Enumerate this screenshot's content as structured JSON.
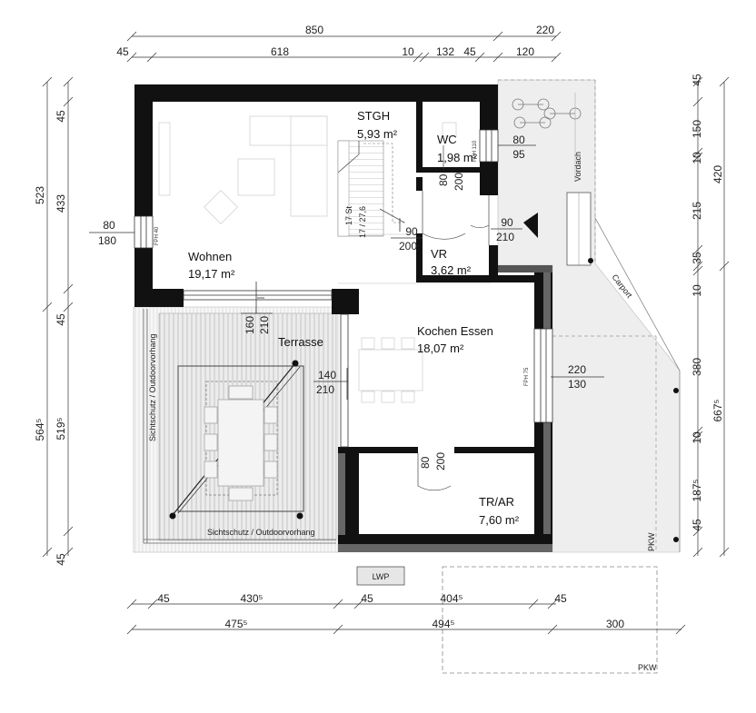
{
  "plan": {
    "rooms": {
      "stgh": {
        "name": "STGH",
        "area": "5,93 m²"
      },
      "wc": {
        "name": "WC",
        "area": "1,98 m²"
      },
      "wohnen": {
        "name": "Wohnen",
        "area": "19,17 m²"
      },
      "vr": {
        "name": "VR",
        "area": "3,62 m²"
      },
      "kochen": {
        "name": "Kochen Essen",
        "area": "18,07 m²"
      },
      "tr": {
        "name": "TR/AR",
        "area": "7,60 m²"
      }
    },
    "labels": {
      "terrasse": "Terrasse",
      "vordach": "Vordach",
      "carport": "Carport",
      "pkw1": "PKW",
      "pkw2": "PKW",
      "lwp": "LWP",
      "sichtschutz_v": "Sichtschutz / Outdoorvorhang",
      "sichtschutz_h": "Sichtschutz / Outdoorvorhang",
      "stairs1": "17 St",
      "stairs2": "17 / 27,6"
    },
    "windows": {
      "fph40": "FPH 40",
      "fph110": "FPH 110",
      "fph75": "FPH 75"
    },
    "openings": {
      "w_left_top": "80",
      "w_left_bot": "180",
      "wc_top": "80",
      "wc_bot": "95",
      "wcdoor_a": "80",
      "wcdoor_b": "200",
      "entry_top": "90",
      "entry_bot": "210",
      "vrdoor_top": "90",
      "vrdoor_bot": "200",
      "terr_top": "160",
      "terr_bot": "210",
      "kd_top": "140",
      "kd_bot": "210",
      "kw_top": "220",
      "kw_bot": "130",
      "trdoor_a": "80",
      "trdoor_b": "200"
    },
    "dims_top": {
      "row1": [
        "850",
        "220"
      ],
      "row2": [
        "45",
        "618",
        "10",
        "132",
        "45",
        "120"
      ]
    },
    "dims_left": {
      "outer": [
        "523",
        "564⁵"
      ],
      "inner": [
        "45",
        "433",
        "45",
        "519⁵",
        "45"
      ]
    },
    "dims_right": {
      "outer": [
        "420",
        "667⁵"
      ],
      "inner": [
        "45",
        "150",
        "10",
        "215",
        "35",
        "10",
        "380",
        "10",
        "187⁵",
        "45"
      ]
    },
    "dims_bottom": {
      "row1": [
        "45",
        "430⁵",
        "45",
        "404⁵",
        "45"
      ],
      "row2": [
        "475⁵",
        "494⁵",
        "300"
      ]
    }
  }
}
